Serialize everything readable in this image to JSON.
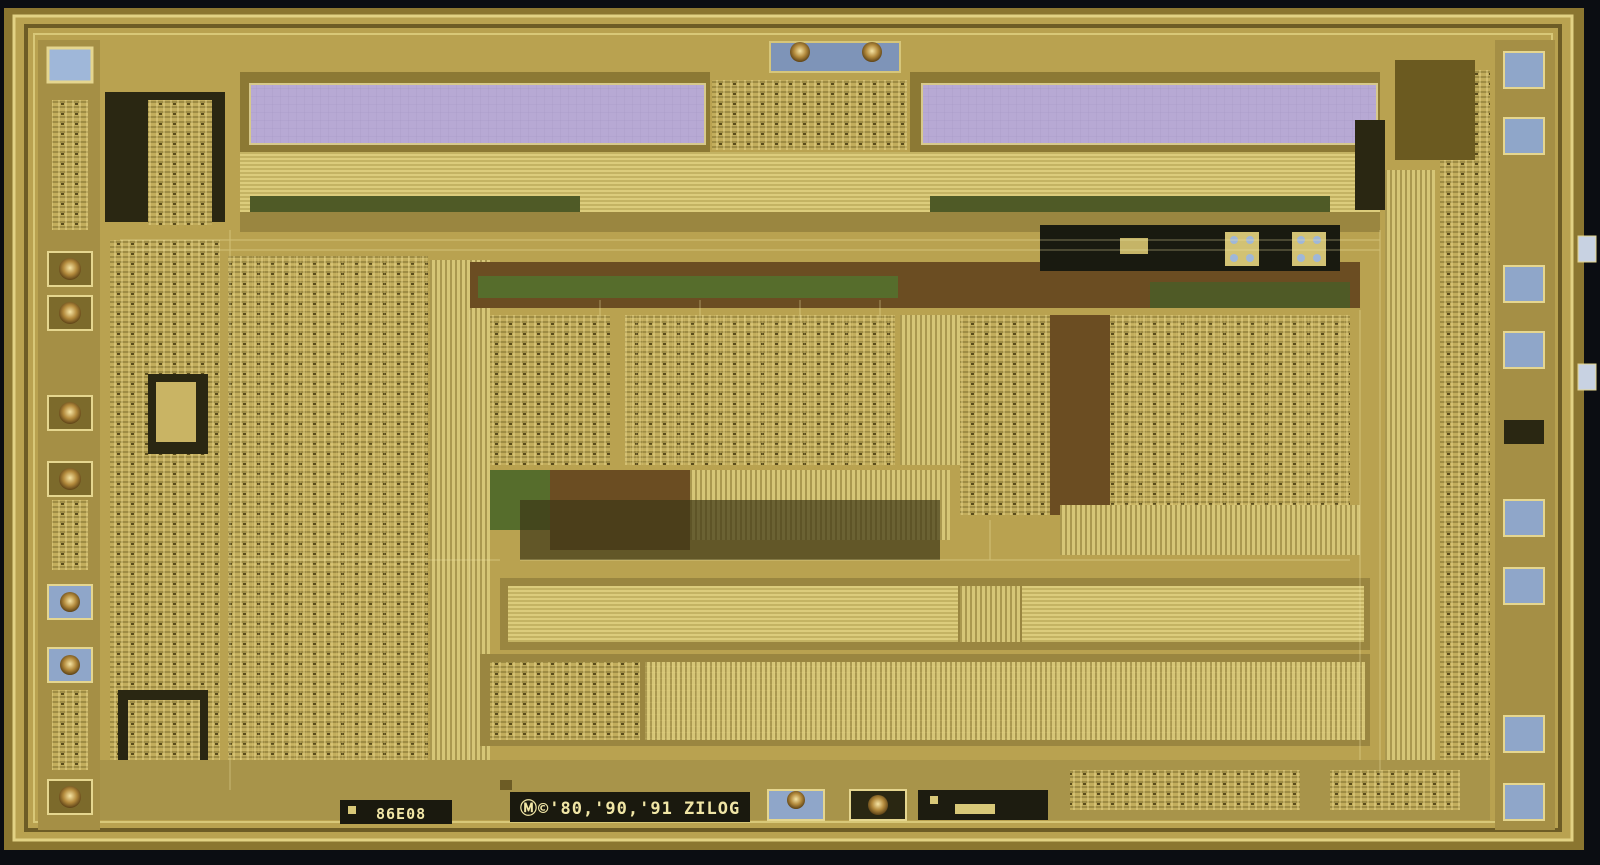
{
  "image": {
    "subject": "Integrated circuit die photograph",
    "markings": {
      "die_code": "86E08",
      "copyright": "Ⓜ©'80,'90,'91 ZILOG"
    }
  },
  "colors": {
    "background": "#0b0d12",
    "die_gold": "#b9a250",
    "die_light": "#d8c878",
    "die_dark": "#6d5c25",
    "memory_lavender": "#b7a9d4",
    "rom_pale": "#e3d48a",
    "pad_blue": "#9fb7d9",
    "dark_gap": "#2a2712",
    "brown_region": "#6b4d22",
    "green_region": "#566d2c"
  }
}
